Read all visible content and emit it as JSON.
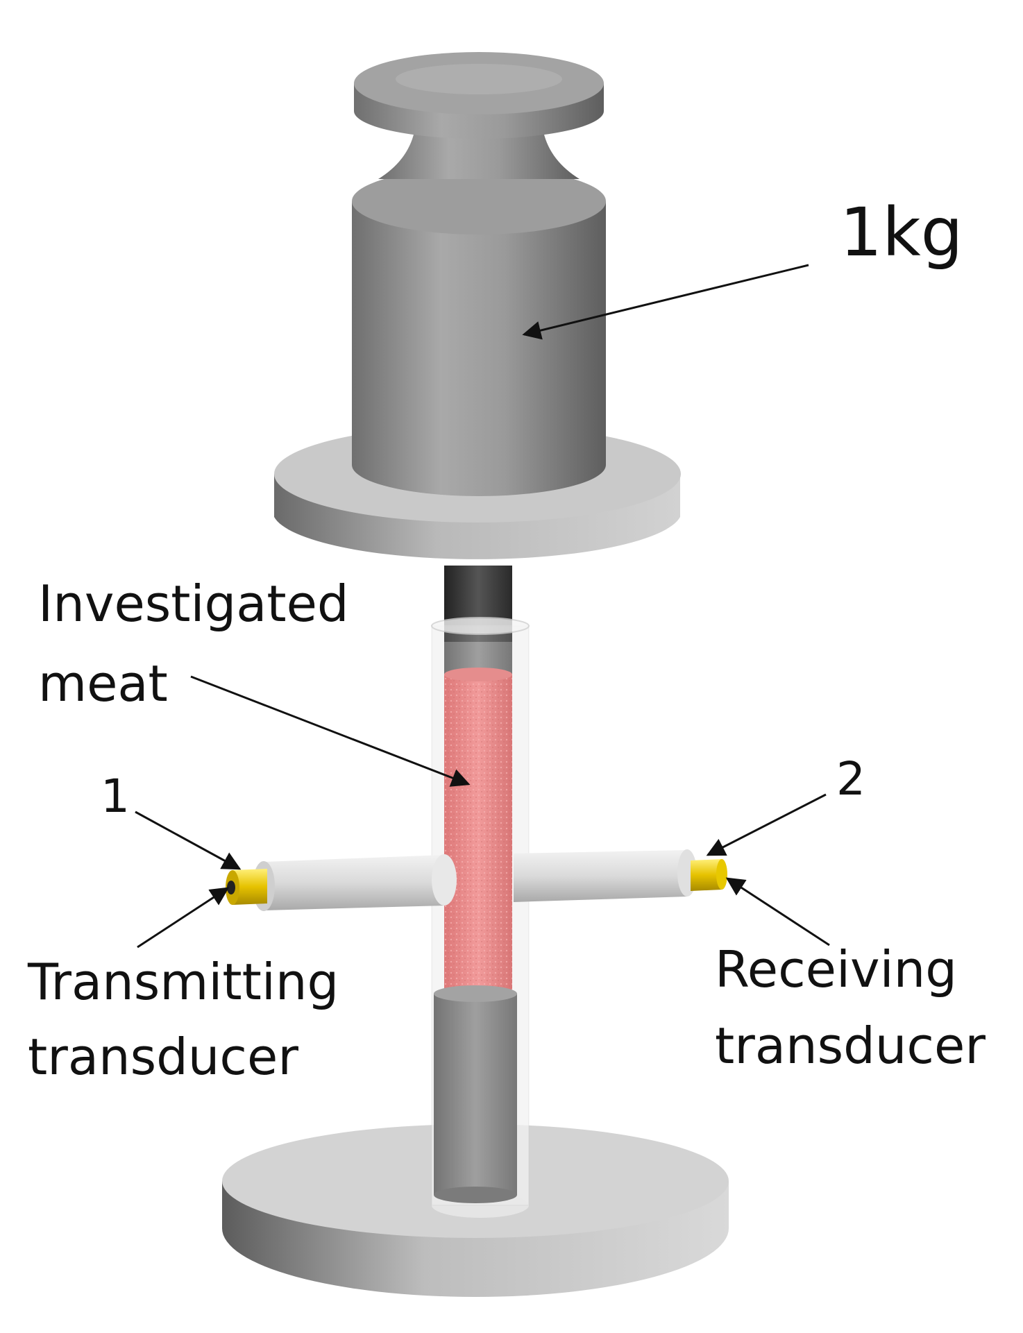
{
  "labels": {
    "weight": "1kg",
    "meat_line1": "Investigated",
    "meat_line2": "meat",
    "num1": "1",
    "num2": "2",
    "tx_line1": "Transmitting",
    "tx_line2": "transducer",
    "rx_line1": "Receiving",
    "rx_line2": "transducer"
  },
  "colors": {
    "metal_grey": "#8f8f8f",
    "plate_grey": "#c4c4c4",
    "meat_red": "#e26b6b",
    "tube_glass": "#eaeaea",
    "transducer_gold": "#e6c200",
    "text": "#111111"
  }
}
